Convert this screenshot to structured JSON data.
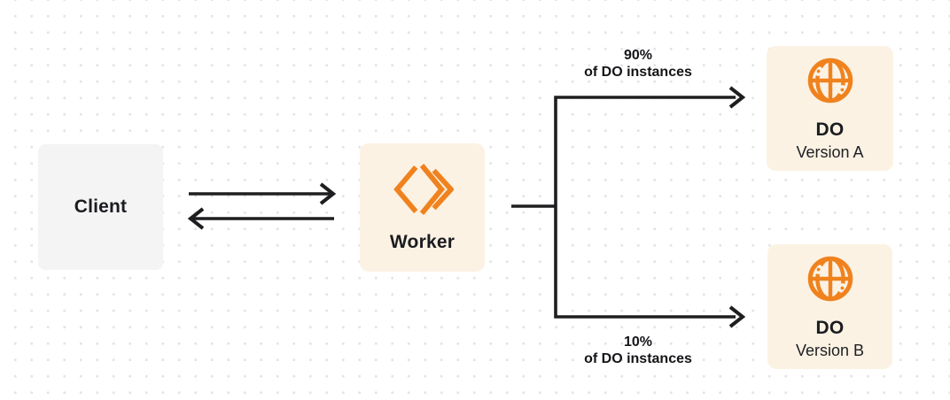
{
  "colors": {
    "accent_orange": "#f0821e",
    "line_dark": "#1e1e20",
    "text_dark": "#1a1c1f",
    "client_box": "#f4f4f5",
    "cream_box": "#fcf2e4",
    "canvas_bg": "#ffffff",
    "dot_grid": "#e4e4e6"
  },
  "nodes": {
    "client": {
      "label": "Client"
    },
    "worker": {
      "label": "Worker",
      "icon": "workers-chevron-logo-icon"
    },
    "do_version_a": {
      "title": "DO",
      "subtitle": "Version A",
      "icon": "durable-object-globe-icon"
    },
    "do_version_b": {
      "title": "DO",
      "subtitle": "Version B",
      "icon": "durable-object-globe-icon"
    }
  },
  "flow_labels": {
    "top_branch": {
      "percent": "90%",
      "caption": "of DO instances"
    },
    "bottom_branch": {
      "percent": "10%",
      "caption": "of DO instances"
    }
  },
  "edges": {
    "client_worker": "bidirectional arrows between Client and Worker",
    "worker_split": "Worker splits to DO Version A (90%) and DO Version B (10%)"
  }
}
